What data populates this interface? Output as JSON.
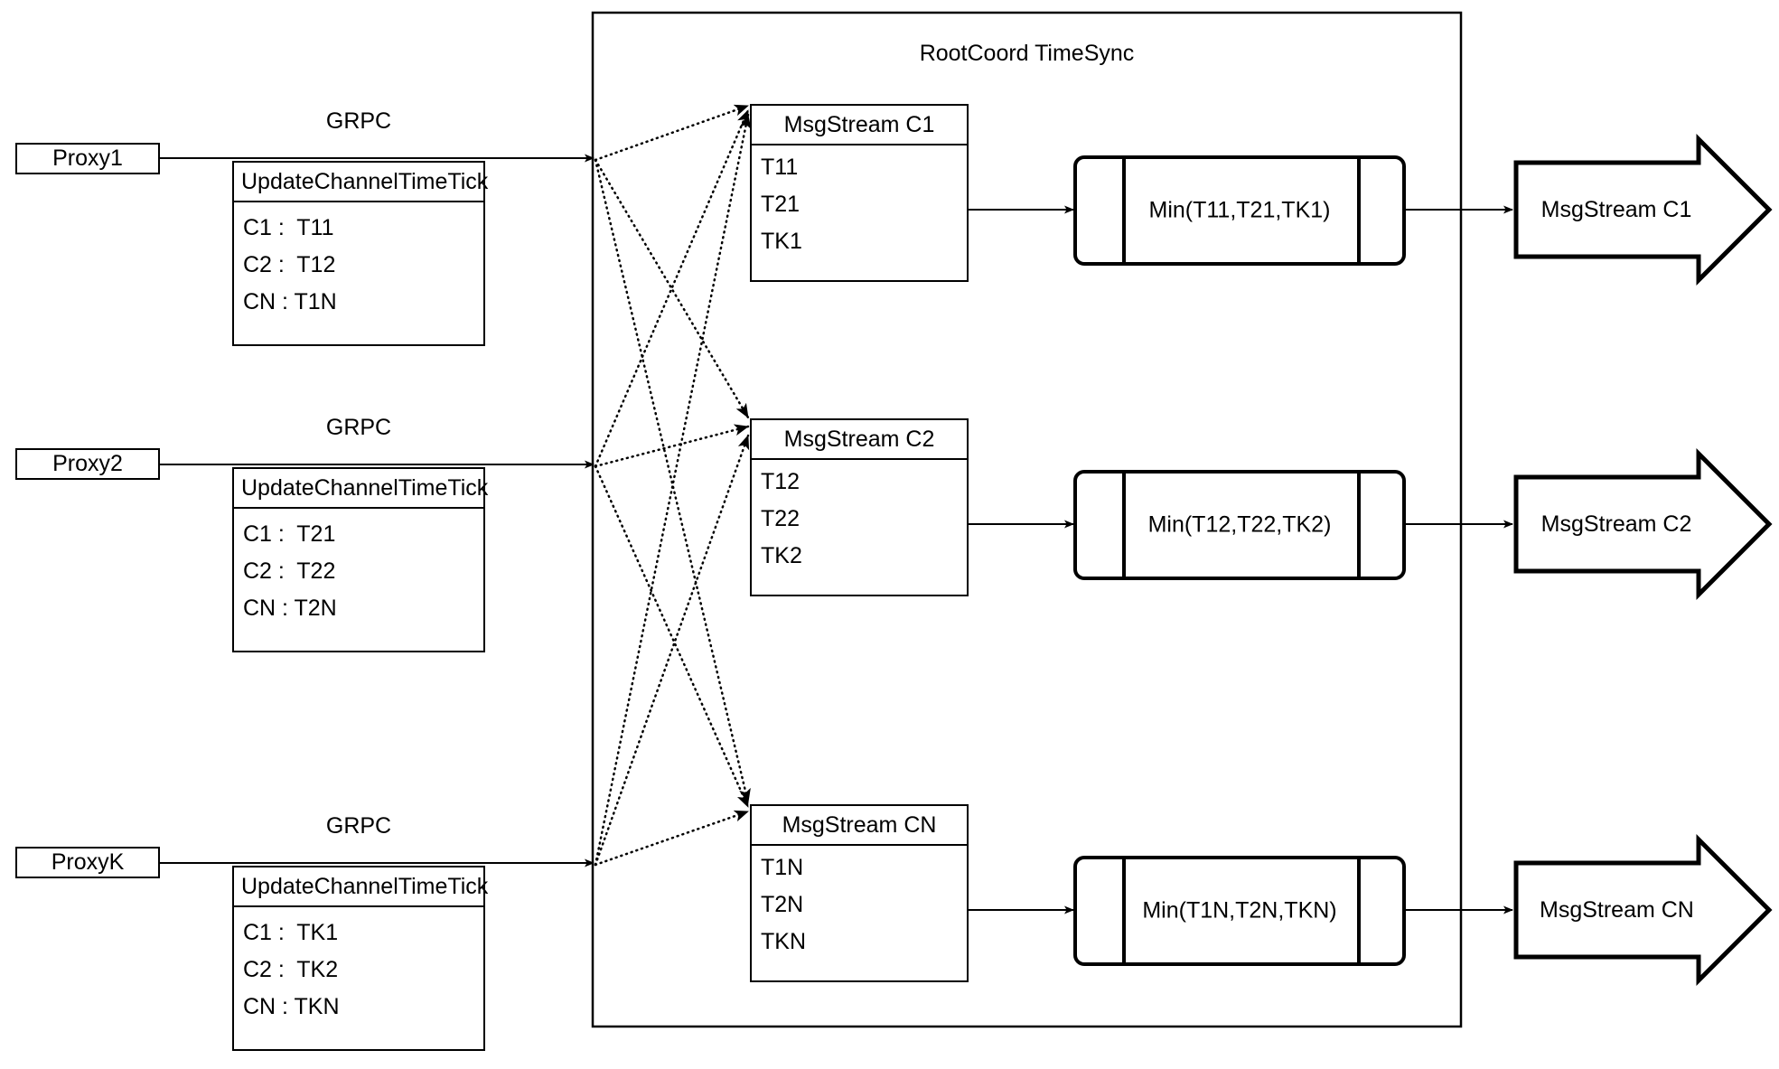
{
  "diagram": {
    "container_title": "RootCoord TimeSync",
    "link_label": "GRPC",
    "proxies": [
      {
        "name": "Proxy1",
        "rpc_title": "UpdateChannelTimeTick",
        "rpc_rows": [
          "C1 :  T11",
          "C2 :  T12",
          "CN : T1N"
        ]
      },
      {
        "name": "Proxy2",
        "rpc_title": "UpdateChannelTimeTick",
        "rpc_rows": [
          "C1 :  T21",
          "C2 :  T22",
          "CN : T2N"
        ]
      },
      {
        "name": "ProxyK",
        "rpc_title": "UpdateChannelTimeTick",
        "rpc_rows": [
          "C1 :  TK1",
          "C2 :  TK2",
          "CN : TKN"
        ]
      }
    ],
    "channels": [
      {
        "stream_title": "MsgStream C1",
        "stream_rows": [
          "T11",
          "T21",
          "TK1"
        ],
        "min_label": "Min(T11,T21,TK1)",
        "output_label": "MsgStream C1"
      },
      {
        "stream_title": "MsgStream C2",
        "stream_rows": [
          "T12",
          "T22",
          "TK2"
        ],
        "min_label": "Min(T12,T22,TK2)",
        "output_label": "MsgStream C2"
      },
      {
        "stream_title": "MsgStream CN",
        "stream_rows": [
          "T1N",
          "T2N",
          "TKN"
        ],
        "min_label": "Min(T1N,T2N,TKN)",
        "output_label": "MsgStream CN"
      }
    ],
    "colors": {
      "stroke": "#000000",
      "background": "#ffffff"
    }
  }
}
